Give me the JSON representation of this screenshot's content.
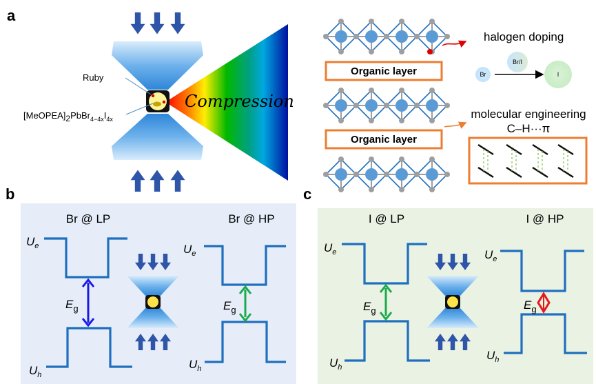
{
  "panels": {
    "a": {
      "letter": "a",
      "ruby_label": "Ruby",
      "sample_label_main": "[MeOPEA]",
      "sample_label_sub1": "2",
      "sample_label_mid": "PbBr",
      "sample_label_sub2": "4−4x",
      "sample_label_i": "I",
      "sample_label_sub3": "4x",
      "compression_label": "Compression",
      "organic_layer_labels": [
        "Organic  layer",
        "Organic  layer"
      ],
      "halogen_doping_title": "halogen doping",
      "ions": {
        "start": "Br",
        "middle": "Br/I",
        "end": "I"
      },
      "molecular_engineering_title": "molecular engineering",
      "interaction_label": "C–H···π"
    },
    "b": {
      "letter": "b",
      "left_title": "Br @ LP",
      "right_title": "Br @ HP",
      "ue": "U",
      "ue_sub": "e",
      "uh": "U",
      "uh_sub": "h",
      "eg": "E",
      "eg_sub": "g",
      "background": "#e6edf8",
      "left_gap_arrow_color": "#1a1ae6",
      "right_gap_arrow_color": "#1aab4b"
    },
    "c": {
      "letter": "c",
      "left_title": "I @ LP",
      "right_title": "I @ HP",
      "ue": "U",
      "ue_sub": "e",
      "uh": "U",
      "uh_sub": "h",
      "eg": "E",
      "eg_sub": "g",
      "background": "#e9f2e3",
      "left_gap_arrow_color": "#1aab4b",
      "right_gap_arrow_color": "#e61a1a"
    }
  },
  "colors": {
    "band_line": "#1f6fbf",
    "octahedron_edge": "#1f6fbf",
    "pb_atom": "#5b9bd5",
    "halide_atom": "#9e9e9e",
    "doped_atom": "#e00000",
    "organic_border": "#ed7d31",
    "press_arrow": "#2f55a8"
  }
}
